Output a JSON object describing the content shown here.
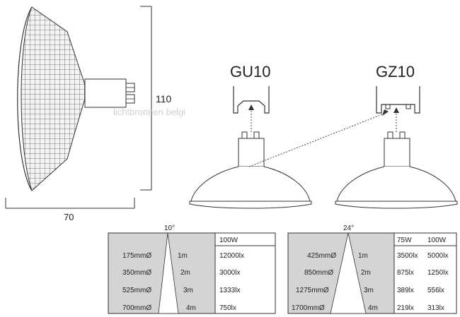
{
  "drawing": {
    "height_label": "110",
    "width_label": "70",
    "watermark": "lichtbronnen belgi"
  },
  "sockets": {
    "left": "GU10",
    "right": "GZ10"
  },
  "table_10": {
    "angle": "10°",
    "header": [
      "100W"
    ],
    "rows": [
      {
        "diameter": "175mmØ",
        "distance": "1m",
        "lux": [
          "12000lx"
        ]
      },
      {
        "diameter": "350mmØ",
        "distance": "2m",
        "lux": [
          "3000lx"
        ]
      },
      {
        "diameter": "525mmØ",
        "distance": "3m",
        "lux": [
          "1333lx"
        ]
      },
      {
        "diameter": "700mmØ",
        "distance": "4m",
        "lux": [
          "750lx"
        ]
      }
    ]
  },
  "table_24": {
    "angle": "24°",
    "header": [
      "75W",
      "100W"
    ],
    "rows": [
      {
        "diameter": "425mmØ",
        "distance": "1m",
        "lux": [
          "3500lx",
          "5000lx"
        ]
      },
      {
        "diameter": "850mmØ",
        "distance": "2m",
        "lux": [
          "875lx",
          "1250lx"
        ]
      },
      {
        "diameter": "1275mmØ",
        "distance": "3m",
        "lux": [
          "389lx",
          "556lx"
        ]
      },
      {
        "diameter": "1700mmØ",
        "distance": "4m",
        "lux": [
          "219lx",
          "313lx"
        ]
      }
    ]
  },
  "colors": {
    "panel": "#d4d4d4",
    "line": "#333333",
    "dotted": "#444444"
  }
}
